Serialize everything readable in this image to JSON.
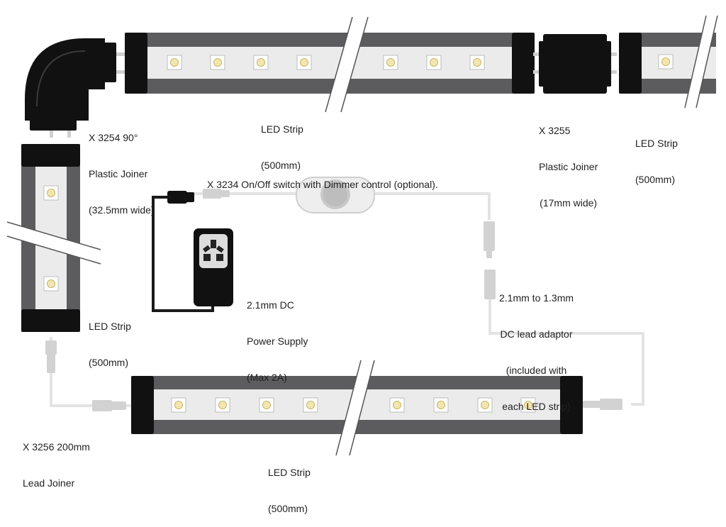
{
  "colors": {
    "strip_body": "#5c5c5e",
    "strip_inner": "#ebebeb",
    "end_cap": "#111111",
    "led_chip": "#ffffff",
    "led_core": "#f2e6b0",
    "cable": "#e3e3e3",
    "plug": "#d2d2d2",
    "black_cable": "#1a1a1a",
    "text": "#222222"
  },
  "labels": {
    "joiner_90": {
      "lines": [
        "X 3254 90°",
        "Plastic Joiner",
        "(32.5mm wide)"
      ]
    },
    "led_strip_top": {
      "lines": [
        "LED Strip",
        "(500mm)"
      ]
    },
    "joiner_17": {
      "lines": [
        "X 3255",
        "Plastic Joiner",
        "(17mm wide)"
      ]
    },
    "led_strip_right": {
      "lines": [
        "LED Strip",
        "(500mm)"
      ]
    },
    "switch": {
      "lines": [
        "X 3234 On/Off switch with Dimmer control (optional)."
      ]
    },
    "power_supply": {
      "lines": [
        "2.1mm DC",
        "Power Supply",
        "(Max 2A)"
      ]
    },
    "adaptor": {
      "lines": [
        "2.1mm to 1.3mm",
        "DC lead adaptor",
        "(included with",
        "each LED strip)"
      ]
    },
    "led_strip_left": {
      "lines": [
        "LED Strip",
        "(500mm)"
      ]
    },
    "lead_joiner": {
      "lines": [
        "X 3256 200mm",
        "Lead Joiner"
      ]
    },
    "led_strip_bottom": {
      "lines": [
        "LED Strip",
        "(500mm)"
      ]
    }
  }
}
